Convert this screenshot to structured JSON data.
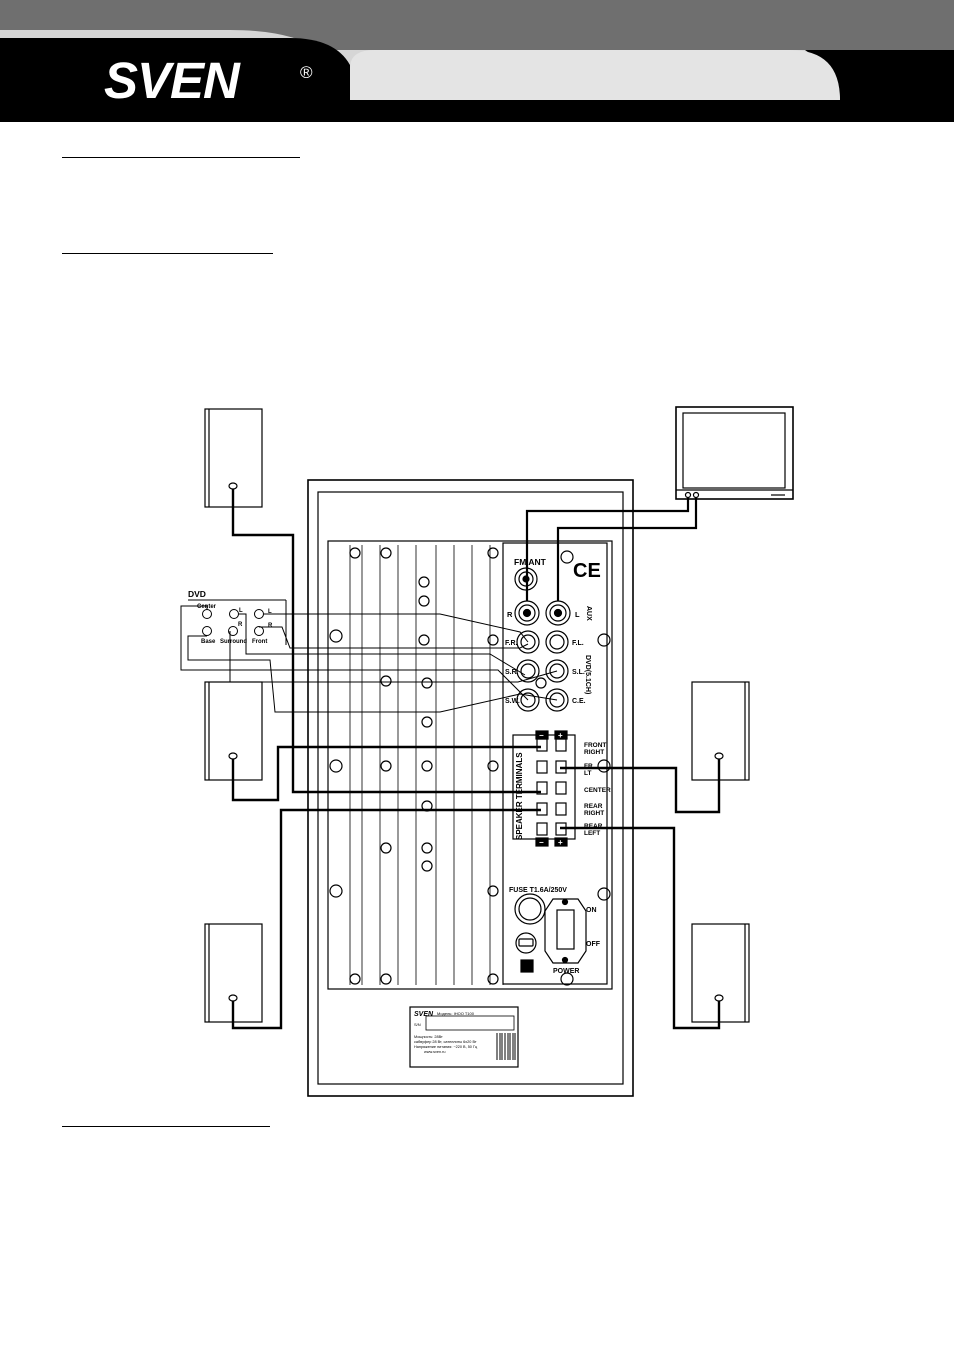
{
  "header": {
    "brand": "SVEN",
    "registered_mark": "®"
  },
  "diagram": {
    "dvd": {
      "title": "DVD",
      "center": "Center",
      "base": "Base",
      "surround": "Surround",
      "front": "Front",
      "left": "L",
      "right": "R"
    },
    "panel": {
      "fm_ant": "FM ANT",
      "ce": "CE",
      "aux_r": "R",
      "aux_l": "L",
      "aux": "AUX",
      "fr": "F.R.",
      "fl": "F.L.",
      "sr": "S.R.",
      "sl": "S.L.",
      "sw": "S.W.",
      "ce_in": "C.E.",
      "dvd51": "DVD(5.1CH)",
      "speaker_terminals": "SPEAKER TERMINALS",
      "minus": "−",
      "plus": "+",
      "front_right": [
        "FRONT",
        "RIGHT"
      ],
      "front_left": [
        "FR",
        "LT"
      ],
      "center": "CENTER",
      "rear_right": [
        "REAR",
        "RIGHT"
      ],
      "rear_left": [
        "REAR",
        "LEFT"
      ],
      "fuse": "FUSE T1.6A/250V",
      "on": "ON",
      "off": "OFF",
      "power": "POWER"
    },
    "label_plate": {
      "brand": "SVEN",
      "model": "Модель: IHOO T100",
      "sn": "S/N",
      "lines": [
        "Мощность: 28Вт",
        "сабвуфер 28 Вт, сателлиты 6х20 Вт",
        "Напряжение питания: ~220 В, 50 Гц"
      ],
      "url": "www.sven.ru"
    }
  }
}
